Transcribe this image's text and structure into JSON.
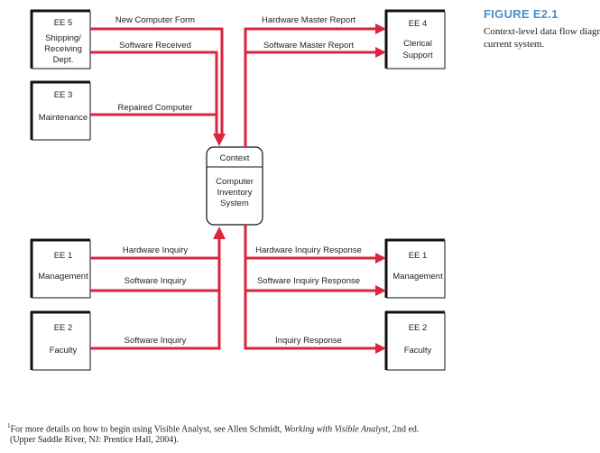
{
  "caption": {
    "label": "FIGURE E2.1",
    "text": "Context-level data flow diagram for the current system."
  },
  "process": {
    "header": "Context",
    "lines": [
      "Computer",
      "Inventory",
      "System"
    ]
  },
  "entities": [
    {
      "id": "ee5",
      "number": "EE 5",
      "lines": [
        "Shipping/",
        "Receiving",
        "Dept."
      ]
    },
    {
      "id": "ee3",
      "number": "EE 3",
      "lines": [
        "Maintenance"
      ]
    },
    {
      "id": "ee1-left",
      "number": "EE 1",
      "lines": [
        "Management"
      ]
    },
    {
      "id": "ee2-left",
      "number": "EE 2",
      "lines": [
        "Faculty"
      ]
    },
    {
      "id": "ee4",
      "number": "EE 4",
      "lines": [
        "Clerical",
        "Support"
      ]
    },
    {
      "id": "ee1-right",
      "number": "EE 1",
      "lines": [
        "Management"
      ]
    },
    {
      "id": "ee2-right",
      "number": "EE 2",
      "lines": [
        "Faculty"
      ]
    }
  ],
  "flows": [
    {
      "id": "new-computer-form",
      "label": "New Computer Form"
    },
    {
      "id": "software-received",
      "label": "Software Received"
    },
    {
      "id": "repaired-computer",
      "label": "Repaired Computer"
    },
    {
      "id": "hardware-inquiry",
      "label": "Hardware Inquiry"
    },
    {
      "id": "software-inquiry-mgmt",
      "label": "Software Inquiry"
    },
    {
      "id": "software-inquiry-faculty",
      "label": "Software Inquiry"
    },
    {
      "id": "hardware-master-report",
      "label": "Hardware Master Report"
    },
    {
      "id": "software-master-report",
      "label": "Software Master Report"
    },
    {
      "id": "hardware-inquiry-response",
      "label": "Hardware Inquiry Response"
    },
    {
      "id": "software-inquiry-response",
      "label": "Software Inquiry Response"
    },
    {
      "id": "inquiry-response",
      "label": "Inquiry Response"
    }
  ],
  "footnote": {
    "marker": "1",
    "before": "For more details on how to begin using Visible Analyst, see Allen Schmidt, ",
    "title": "Working with Visible Analyst",
    "after": ", 2nd ed.",
    "line2": "(Upper Saddle River, NJ: Prentice Hall, 2004)."
  },
  "colors": {
    "flow": "#d9263d",
    "entity_border": "#111111",
    "caption": "#4a8fc9"
  }
}
